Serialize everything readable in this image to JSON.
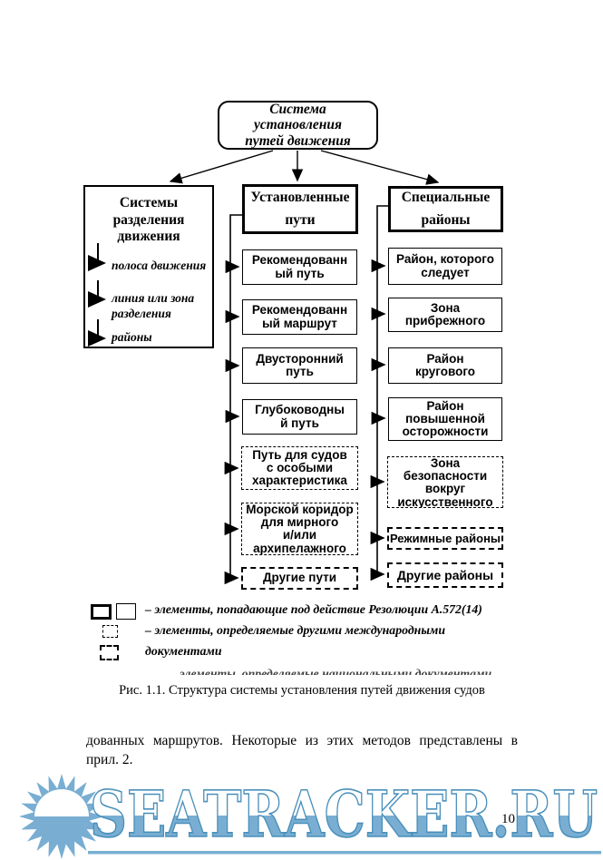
{
  "colors": {
    "ink": "#000000",
    "watermark_fill": "#79aed2",
    "watermark_outline": "#4a90bb"
  },
  "diagram": {
    "root_label": "Система\nустановления\nпутей движения",
    "left": {
      "title": "Системы\nразделения\nдвижения",
      "items": [
        {
          "label": "полоса движения",
          "category": "a572"
        },
        {
          "label": "линия или зона\nразделения",
          "category": "a572"
        },
        {
          "label": "районы",
          "category": "a572"
        }
      ]
    },
    "middle": {
      "title": "Установленные\nпути",
      "items": [
        {
          "label": "Рекомендованн\nый путь",
          "category": "a572"
        },
        {
          "label": "Рекомендованн\nый маршрут",
          "category": "a572"
        },
        {
          "label": "Двусторонний\nпуть",
          "category": "a572"
        },
        {
          "label": "Глубоководны\nй путь",
          "category": "a572"
        },
        {
          "label": "Путь для судов\nс особыми\nхарактеристика",
          "category": "international"
        },
        {
          "label": "Морской коридор\nдля мирного\nи/или\nархипелажного",
          "category": "international"
        },
        {
          "label": "Другие пути",
          "category": "national"
        }
      ]
    },
    "right": {
      "title": "Специальные\nрайоны",
      "items": [
        {
          "label": "Район, которого\nследует",
          "category": "a572"
        },
        {
          "label": "Зона\nприбрежного",
          "category": "a572"
        },
        {
          "label": "Район\nкругового",
          "category": "a572"
        },
        {
          "label": "Район\nповышенной\nосторожности",
          "category": "a572"
        },
        {
          "label": "Зона\nбезопасности\nвокруг\nискусственного",
          "category": "international"
        },
        {
          "label": "Режимные районы",
          "category": "national"
        },
        {
          "label": "Другие районы",
          "category": "national"
        }
      ]
    },
    "legend": {
      "rows": [
        {
          "swatches": [
            "thick-solid-square",
            "thin-solid-square"
          ],
          "text": "–  элементы, попадающие под действие Резолюции А.572(14)"
        },
        {
          "swatches": [
            "dashed-square"
          ],
          "text": "–  элементы, определяемые другими международными"
        },
        {
          "swatches": [
            "dashdot-square"
          ],
          "text": "документами"
        },
        {
          "swatches": [],
          "text": "элементы, определяемые национальными документами"
        }
      ]
    }
  },
  "page": {
    "caption": "Рис. 1.1. Структура системы установления путей движения судов",
    "body_lines": [
      "дованных  маршрутов.  Некоторые  из  этих  методов  представлены  в",
      "прил. 2."
    ],
    "number": "10"
  },
  "watermark": {
    "text": "SEATRACKER.RU",
    "logo": "sun-logo"
  }
}
